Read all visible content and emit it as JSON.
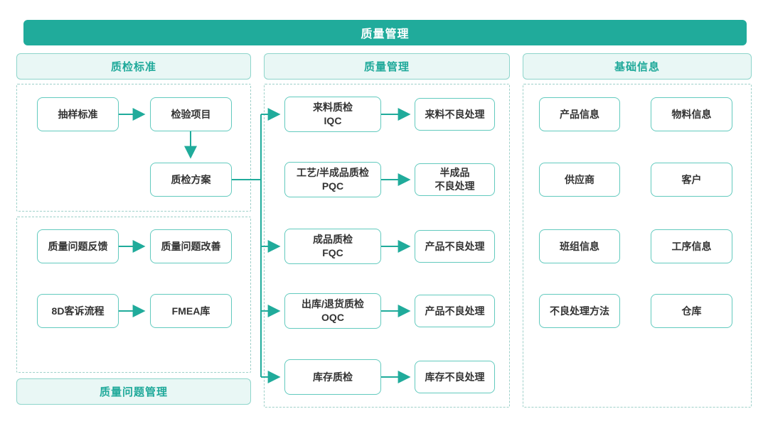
{
  "banner": {
    "title": "质量管理"
  },
  "colors": {
    "brand_teal": "#20ab9b",
    "header_bg": "#e9f7f5",
    "header_text": "#1fa99a",
    "box_border": "#62cabe",
    "dashed_border": "#9ed0c9",
    "box_text": "#333333",
    "banner_text": "#ffffff"
  },
  "left": {
    "header": "质检标准",
    "standards_flow": {
      "sampling_standard": "抽样标准",
      "inspection_item": "检验项目",
      "inspection_plan": "质检方案"
    },
    "issue_flow": {
      "issue_feedback": "质量问题反馈",
      "issue_improvement": "质量问题改善",
      "complaint_8d": "8D客诉流程",
      "fmea_library": "FMEA库"
    },
    "footer": "质量问题管理"
  },
  "middle": {
    "header": "质量管理",
    "rows": [
      {
        "left": "来料质检\nIQC",
        "right": "来料不良处理"
      },
      {
        "left": "工艺/半成品质检\nPQC",
        "right": "半成品\n不良处理"
      },
      {
        "left": "成品质检\nFQC",
        "right": "产品不良处理"
      },
      {
        "left": "出库/退货质检\nOQC",
        "right": "产品不良处理"
      },
      {
        "left": "库存质检",
        "right": "库存不良处理"
      }
    ]
  },
  "right": {
    "header": "基础信息",
    "rows": [
      {
        "left": "产品信息",
        "right": "物料信息"
      },
      {
        "left": "供应商",
        "right": "客户"
      },
      {
        "left": "班组信息",
        "right": "工序信息"
      },
      {
        "left": "不良处理方法",
        "right": "仓库"
      }
    ]
  }
}
